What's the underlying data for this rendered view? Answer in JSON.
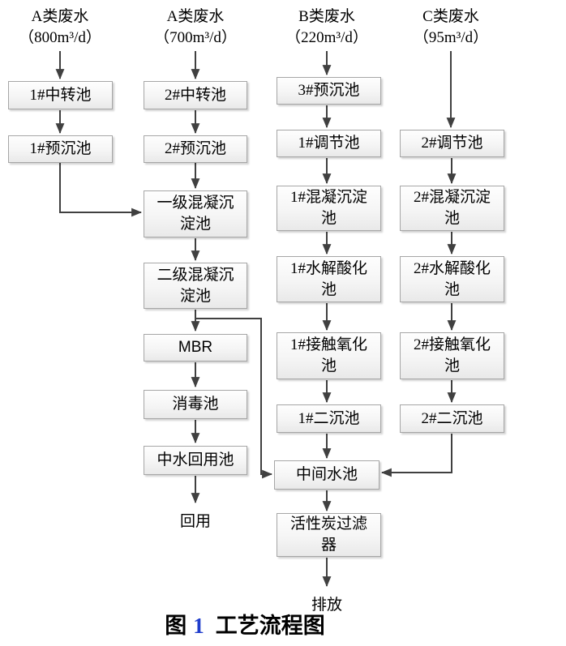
{
  "diagram": {
    "sources": [
      {
        "type": "A类废水",
        "flow": "（800m³/d）"
      },
      {
        "type": "A类废水",
        "flow": "（700m³/d）"
      },
      {
        "type": "B类废水",
        "flow": "（220m³/d）"
      },
      {
        "type": "C类废水",
        "flow": "（95m³/d）"
      }
    ],
    "nodes": {
      "transfer1": "1#中转池",
      "presed1": "1#预沉池",
      "transfer2": "2#中转池",
      "presed2": "2#预沉池",
      "coag_primary": "一级混凝沉\n淀池",
      "coag_secondary": "二级混凝沉\n淀池",
      "mbr": "MBR",
      "disinfect": "消毒池",
      "reclaim": "中水回用池",
      "presed3": "3#预沉池",
      "regulate1": "1#调节池",
      "coag1": "1#混凝沉淀\n池",
      "hydrolysis1": "1#水解酸化\n池",
      "oxidation1": "1#接触氧化\n池",
      "clarifier1": "1#二沉池",
      "intermediate": "中间水池",
      "carbon_filter": "活性炭过滤\n器",
      "regulate2": "2#调节池",
      "coag2": "2#混凝沉淀\n池",
      "hydrolysis2": "2#水解酸化\n池",
      "oxidation2": "2#接触氧化\n池",
      "clarifier2": "2#二沉池"
    },
    "outputs": {
      "reuse": "回用",
      "discharge": "排放"
    },
    "caption": {
      "figure_label": "图",
      "figure_number": "1",
      "title": "工艺流程图"
    },
    "colors": {
      "arrow": "#404040",
      "box_border": "#a6a6a6",
      "box_fill_top": "#fefefe",
      "box_fill_bottom": "#e9e9e9",
      "caption_number": "#1f3dcc"
    }
  }
}
